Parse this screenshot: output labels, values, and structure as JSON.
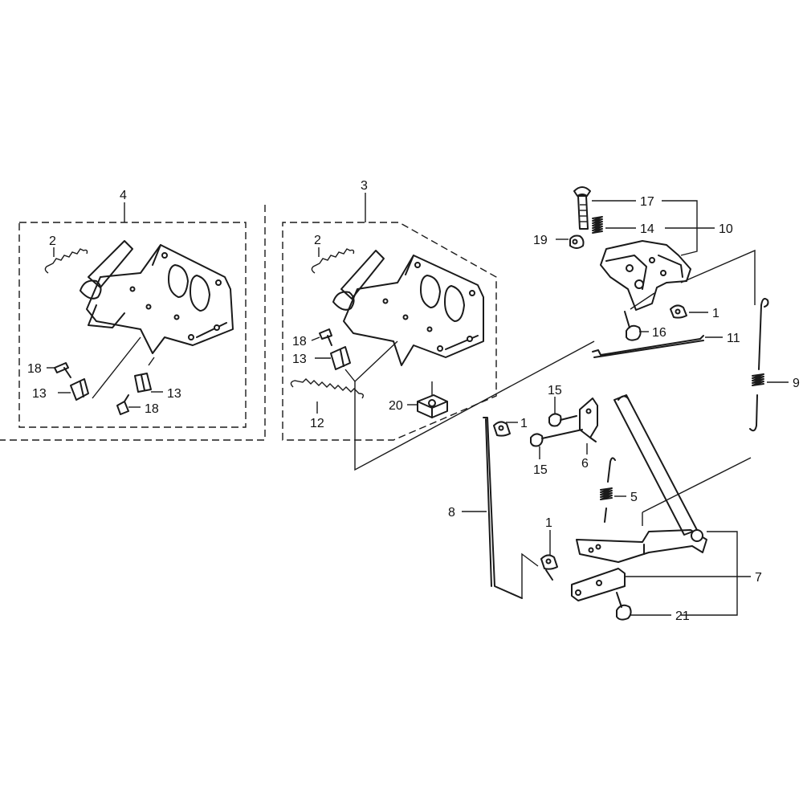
{
  "callouts": {
    "c1a": "1",
    "c1b": "1",
    "c1c": "1",
    "c2a": "2",
    "c2b": "2",
    "c3": "3",
    "c4": "4",
    "c5": "5",
    "c6": "6",
    "c7": "7",
    "c8": "8",
    "c9": "9",
    "c10": "10",
    "c11": "11",
    "c12": "12",
    "c13a": "13",
    "c13b": "13",
    "c13c": "13",
    "c14": "14",
    "c15a": "15",
    "c15b": "15",
    "c16": "16",
    "c17": "17",
    "c18a": "18",
    "c18b": "18",
    "c18c": "18",
    "c19": "19",
    "c20": "20",
    "c21": "21"
  },
  "colors": {
    "ink": "#1a1a1a",
    "background": "#ffffff"
  }
}
